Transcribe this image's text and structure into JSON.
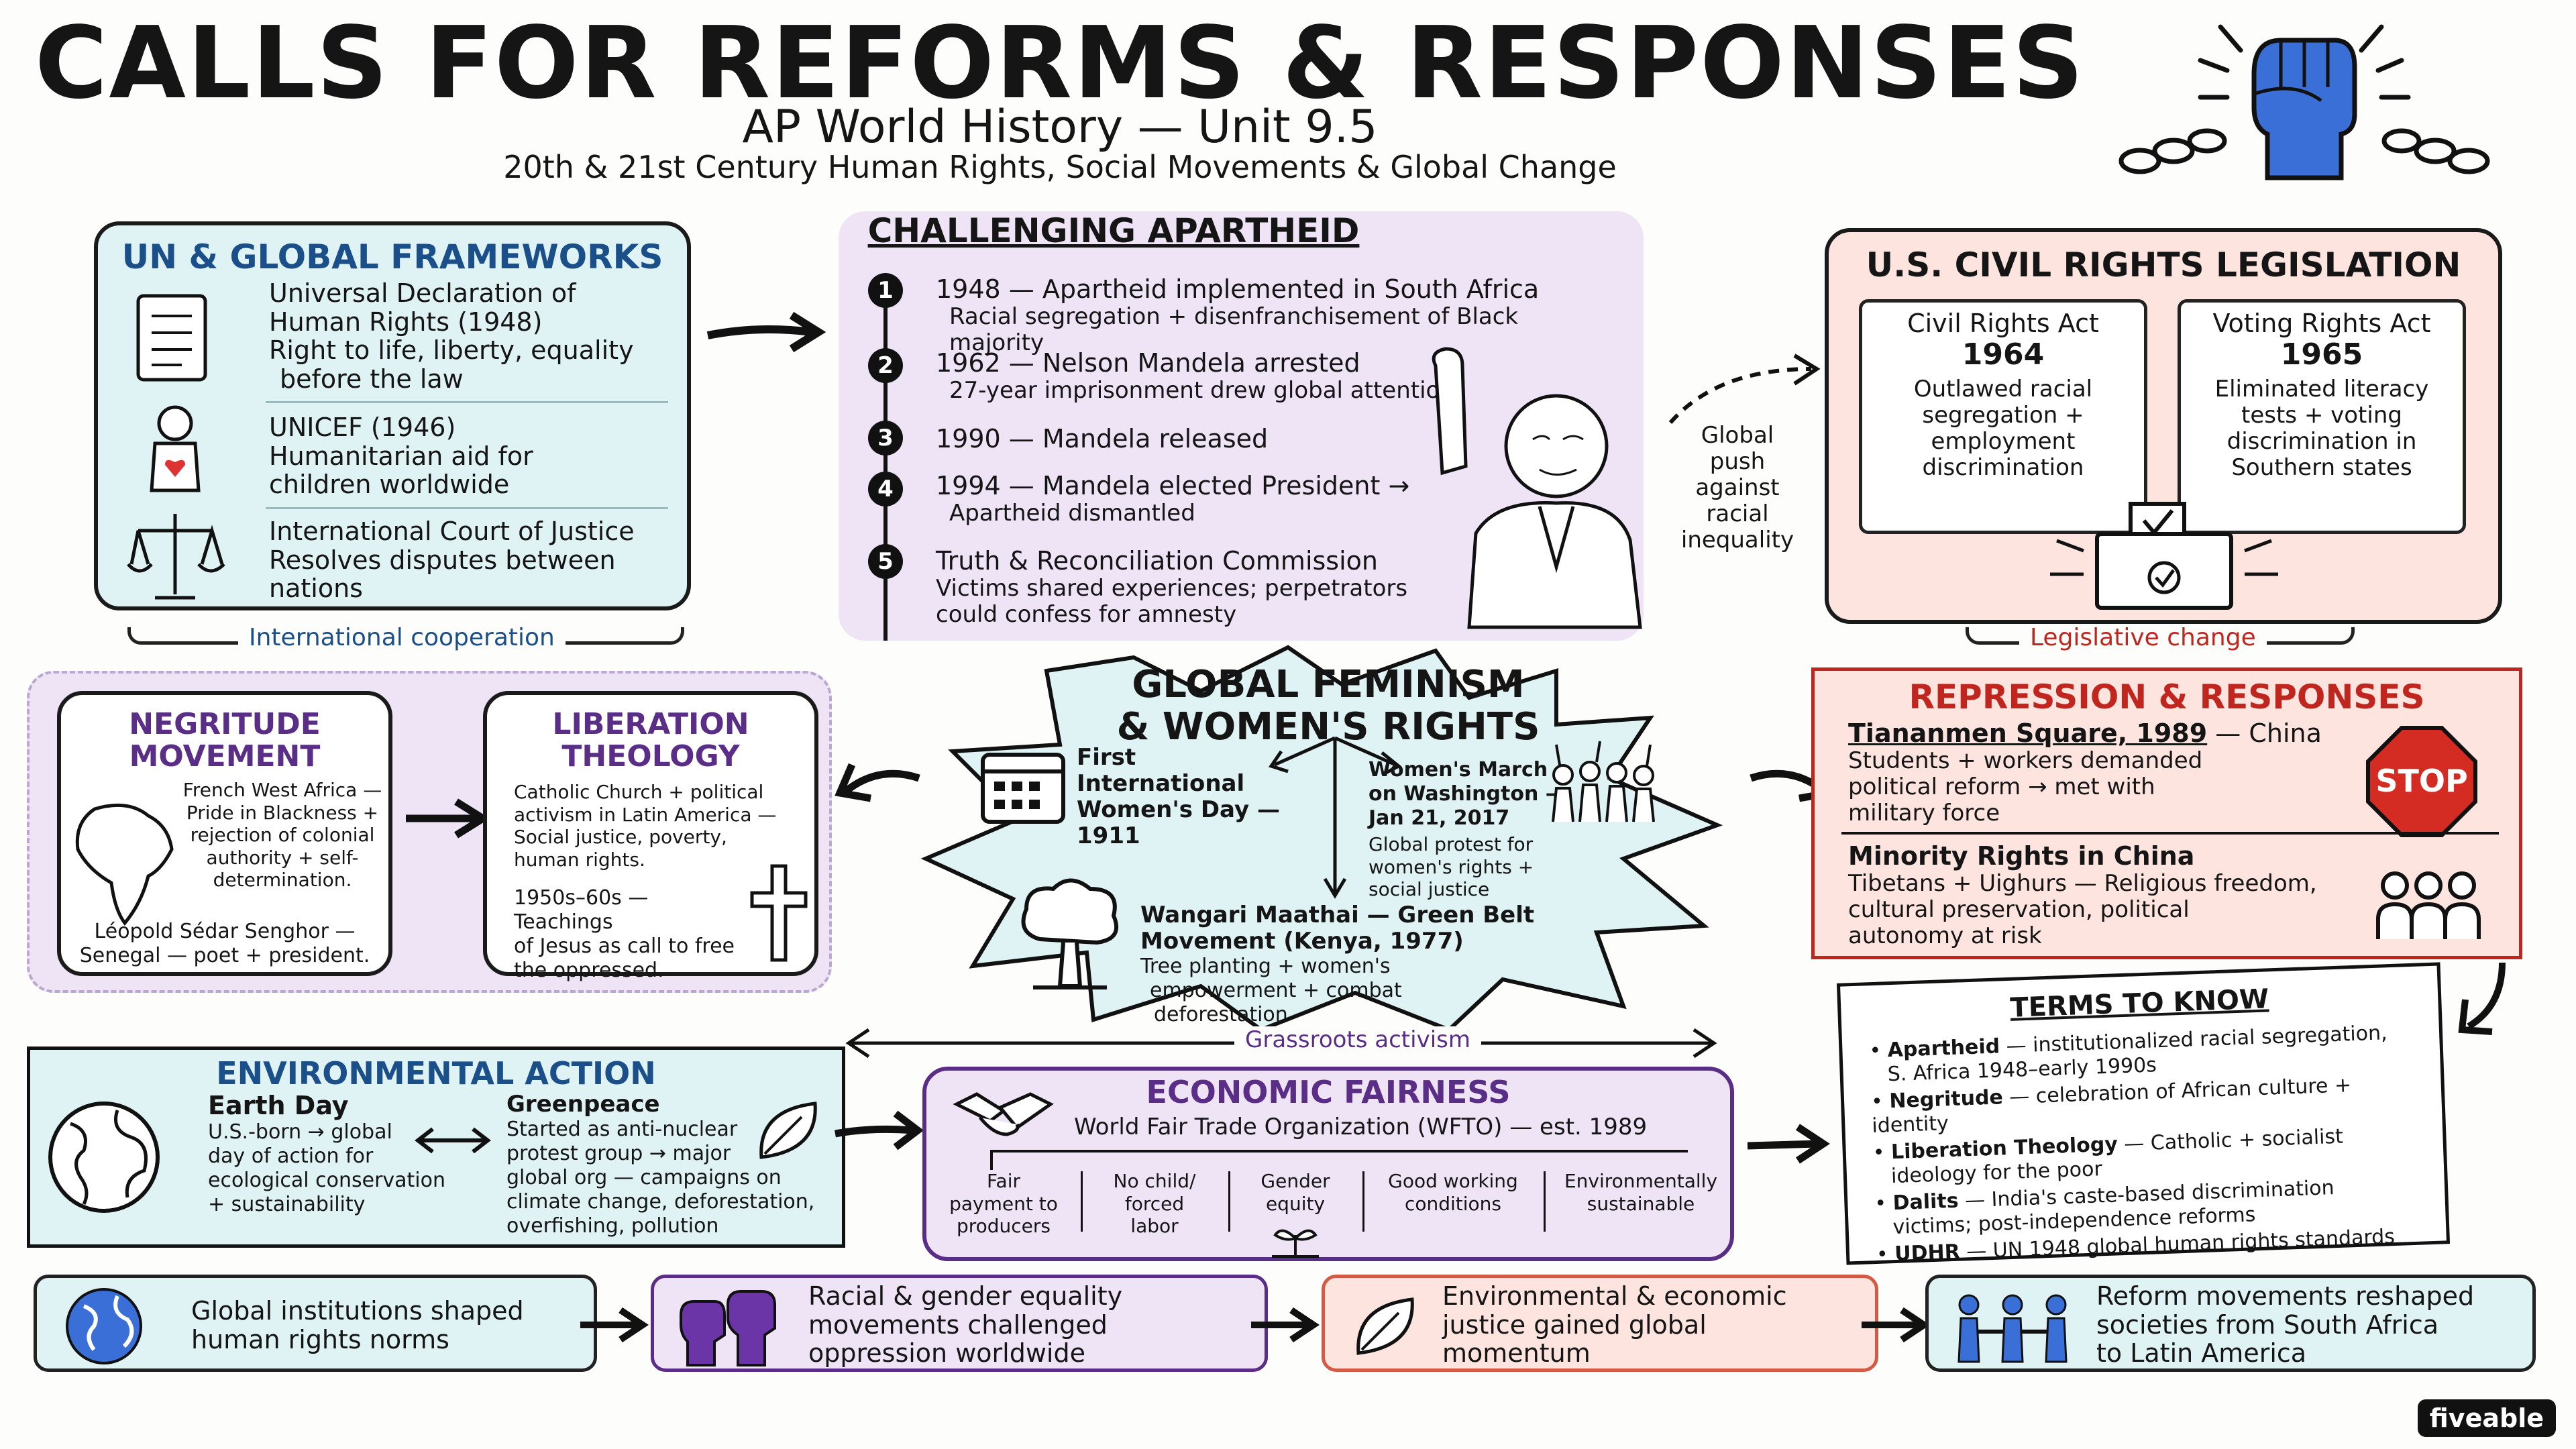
{
  "header": {
    "title": "CALLS FOR REFORMS & RESPONSES",
    "subtitle": "AP World History — Unit 9.5",
    "subtitle2": "20th & 21st Century Human Rights, Social Movements & Global Change"
  },
  "un": {
    "title": "UN & GLOBAL FRAMEWORKS",
    "items": [
      {
        "l1": "Universal Declaration of",
        "l2": "Human Rights (1948)",
        "l3": "Right to life, liberty, equality",
        "l4": "before the law"
      },
      {
        "l1": "UNICEF (1946)",
        "l2": "Humanitarian aid for",
        "l3": "children worldwide",
        "l4": ""
      },
      {
        "l1": "International Court of Justice",
        "l2": "Resolves disputes between",
        "l3": "nations",
        "l4": ""
      }
    ],
    "brace": "International cooperation"
  },
  "apartheid": {
    "title": "CHALLENGING APARTHEID",
    "events": [
      {
        "num": "1",
        "head": "1948 — Apartheid implemented in South Africa",
        "sub": "Racial segregation + disenfranchisement of Black majority"
      },
      {
        "num": "2",
        "head": "1962 — Nelson Mandela arrested",
        "sub": "27-year imprisonment drew global attention"
      },
      {
        "num": "3",
        "head": "1990 — Mandela released",
        "sub": ""
      },
      {
        "num": "4",
        "head": "1994 — Mandela elected President →",
        "sub": "Apartheid dismantled"
      },
      {
        "num": "5",
        "head": "Truth & Reconciliation Commission",
        "sub": "Victims shared experiences; perpetrators",
        "sub2": "could confess for amnesty"
      }
    ],
    "push": [
      "Global",
      "push",
      "against",
      "racial",
      "inequality"
    ]
  },
  "civil": {
    "title": "U.S. CIVIL RIGHTS LEGISLATION",
    "acts": [
      {
        "name": "Civil Rights Act",
        "year": "1964",
        "d": [
          "Outlawed racial",
          "segregation +",
          "employment",
          "discrimination"
        ]
      },
      {
        "name": "Voting Rights Act",
        "year": "1965",
        "d": [
          "Eliminated literacy",
          "tests + voting",
          "discrimination in",
          "Southern states"
        ]
      }
    ],
    "brace": "Legislative change"
  },
  "negritude": {
    "title1": "NEGRITUDE",
    "title2": "MOVEMENT",
    "lines": [
      "French West Africa —",
      "Pride in Blackness +",
      "rejection of colonial",
      "authority + self-",
      "determination."
    ],
    "senghor": [
      "Léopold Sédar Senghor —",
      "Senegal — poet + president."
    ]
  },
  "liberation": {
    "title1": "LIBERATION",
    "title2": "THEOLOGY",
    "lines": [
      "Catholic Church + political",
      "activism in Latin America —",
      "Social justice, poverty,",
      "human rights."
    ],
    "lines2": [
      "1950s–60s — Teachings",
      "of Jesus as call to free",
      "the oppressed."
    ]
  },
  "feminism": {
    "title1": "GLOBAL FEMINISM",
    "title2": "& WOMEN'S RIGHTS",
    "iwd": [
      "First",
      "International",
      "Women's Day —",
      "1911"
    ],
    "march": [
      "Women's March",
      "on Washington —",
      "Jan 21, 2017"
    ],
    "march2": [
      "Global protest for",
      "women's rights +",
      "social justice"
    ],
    "maathai": [
      "Wangari Maathai — Green Belt",
      "Movement (Kenya, 1977)"
    ],
    "maathai2": [
      "Tree planting + women's",
      "empowerment + combat",
      "deforestation"
    ],
    "grassroots": "Grassroots activism"
  },
  "repression": {
    "title": "REPRESSION & RESPONSES",
    "tiananmen_head": "Tiananmen Square, 1989",
    "tiananmen_country": " — China",
    "tiananmen": [
      "Students + workers demanded",
      "political reform → met with",
      "military force"
    ],
    "stop": "STOP",
    "minority_head": "Minority Rights in China",
    "minority": [
      "Tibetans + Uighurs — Religious freedom,",
      "cultural preservation, political",
      "autonomy at risk"
    ]
  },
  "env": {
    "title": "ENVIRONMENTAL ACTION",
    "earth_head": "Earth Day",
    "earth": [
      "U.S.-born → global",
      "day of action for",
      "ecological conservation",
      "+ sustainability"
    ],
    "green_head": "Greenpeace",
    "green": [
      "Started as anti-nuclear",
      "protest group → major",
      "global org — campaigns on",
      "climate change, deforestation,",
      "overfishing, pollution"
    ]
  },
  "econ": {
    "title": "ECONOMIC FAIRNESS",
    "wfto": "World Fair Trade Organization (WFTO) — est. 1989",
    "cols": [
      [
        "Fair",
        "payment to",
        "producers"
      ],
      [
        "No child/",
        "forced",
        "labor"
      ],
      [
        "Gender",
        "equity"
      ],
      [
        "Good working",
        "conditions"
      ],
      [
        "Environmentally",
        "sustainable"
      ]
    ]
  },
  "terms": {
    "title": "TERMS TO KNOW",
    "items": [
      {
        "b": "Apartheid",
        "t": " — institutionalized racial segregation,",
        "t2": "S. Africa 1948–early 1990s"
      },
      {
        "b": "Negritude",
        "t": " — celebration of African culture + identity",
        "t2": ""
      },
      {
        "b": "Liberation Theology",
        "t": " — Catholic + socialist",
        "t2": "ideology for the poor"
      },
      {
        "b": "Dalits",
        "t": " — India's caste-based discrimination",
        "t2": "victims; post-independence reforms"
      },
      {
        "b": "UDHR",
        "t": " — UN 1948 global human rights standards",
        "t2": ""
      }
    ]
  },
  "summary": [
    {
      "l1": "Global institutions shaped",
      "l2": "human rights norms",
      "l3": ""
    },
    {
      "l1": "Racial & gender equality",
      "l2": "movements challenged",
      "l3": "oppression worldwide"
    },
    {
      "l1": "Environmental & economic",
      "l2": "justice gained global",
      "l3": "momentum"
    },
    {
      "l1": "Reform movements reshaped",
      "l2": "societies from South Africa",
      "l3": "to Latin America"
    }
  ],
  "brand": "fiveable",
  "colors": {
    "teal": "#dff2f4",
    "lavender": "#eee4f5",
    "pink": "#fde4df",
    "blue": "#1b4f8a",
    "purple": "#5a2e86",
    "red": "#c0261e",
    "fist": "#3b6fd8"
  }
}
